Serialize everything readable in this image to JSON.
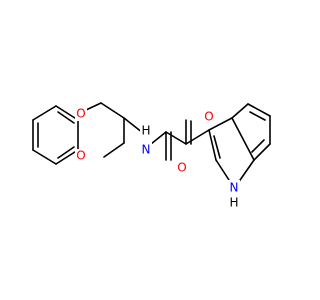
{
  "molecule": {
    "colors": {
      "bond": "#000000",
      "oxygen": "#ff0000",
      "nitrogen": "#0000ff",
      "background": "#ffffff"
    },
    "atom_labels": {
      "o_ring_top": "O",
      "o_ring_bottom": "O",
      "n_amide": "N",
      "h_amide": "H",
      "o_keto": "O",
      "o_amide": "O",
      "nh_indole": "H",
      "n_indole": "N"
    }
  }
}
